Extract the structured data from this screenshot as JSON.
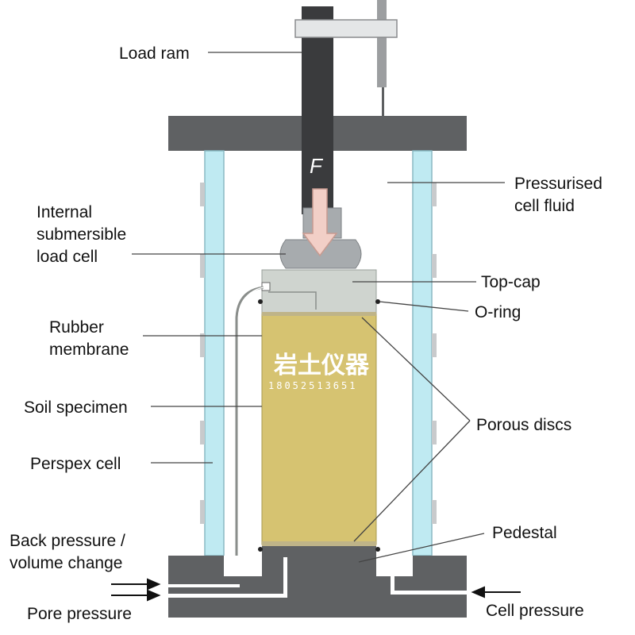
{
  "labels": {
    "load_ram": "Load ram",
    "pressurised_fluid_1": "Pressurised",
    "pressurised_fluid_2": "cell fluid",
    "load_cell_1": "Internal",
    "load_cell_2": "submersible",
    "load_cell_3": "load cell",
    "top_cap": "Top-cap",
    "o_ring": "O-ring",
    "rubber_membrane_1": "Rubber",
    "rubber_membrane_2": "membrane",
    "soil_specimen": "Soil specimen",
    "porous_discs": "Porous discs",
    "perspex_cell": "Perspex cell",
    "pedestal": "Pedestal",
    "back_pressure_1": "Back pressure /",
    "back_pressure_2": "volume change",
    "pore_pressure": "Pore pressure",
    "cell_pressure": "Cell pressure"
  },
  "force_symbol": "F",
  "watermark": {
    "text": "岩土仪器",
    "phone": "18052513651"
  },
  "colors": {
    "frame": "#5f6163",
    "ram": "#3a3b3d",
    "perspex": "#bfeaf2",
    "soil": "#d6c371",
    "topcap": "#cfd4cf",
    "loadcell": "#a7abae",
    "arrow": "#f2cfc7"
  }
}
